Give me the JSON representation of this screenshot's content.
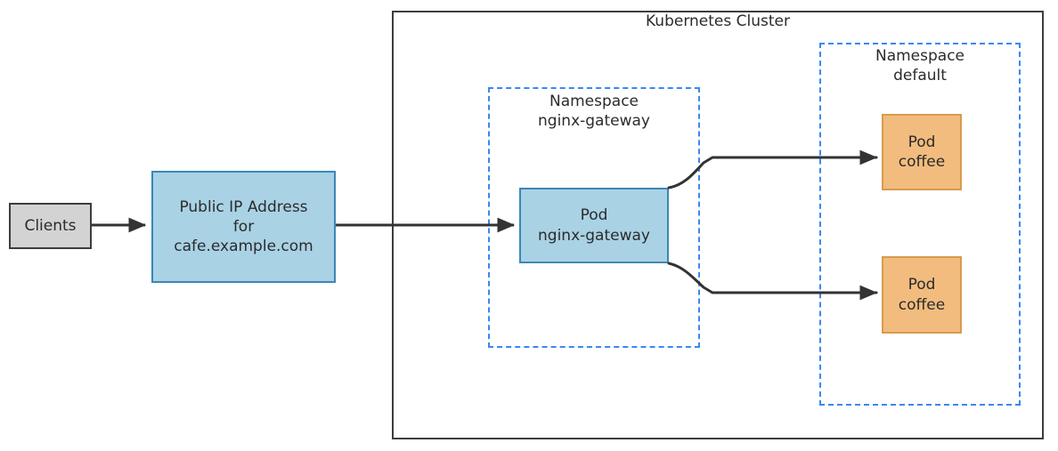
{
  "diagram": {
    "title": "Kubernetes Cluster",
    "clients": {
      "label": "Clients"
    },
    "public_ip": {
      "label": "Public IP Address\nfor\ncafe.example.com"
    },
    "namespaces": [
      {
        "id": "nginx-gateway",
        "label": "Namespace\nnginx-gateway",
        "kind": "Namespace",
        "name": "nginx-gateway"
      },
      {
        "id": "default",
        "label": "Namespace\ndefault",
        "kind": "Namespace",
        "name": "default"
      }
    ],
    "pods": [
      {
        "id": "pod-nginx-gateway",
        "label": "Pod\nnginx-gateway",
        "kind": "Pod",
        "name": "nginx-gateway",
        "namespace": "nginx-gateway"
      },
      {
        "id": "pod-coffee-1",
        "label": "Pod\ncoffee",
        "kind": "Pod",
        "name": "coffee",
        "namespace": "default"
      },
      {
        "id": "pod-coffee-2",
        "label": "Pod\ncoffee",
        "kind": "Pod",
        "name": "coffee",
        "namespace": "default"
      }
    ],
    "edges": [
      {
        "id": "clients-to-public-ip",
        "from": "Clients",
        "to": "Public IP Address for cafe.example.com",
        "label": ""
      },
      {
        "id": "public-ip-to-gateway",
        "from": "Public IP Address for cafe.example.com",
        "to": "Pod nginx-gateway",
        "label": ""
      },
      {
        "id": "gateway-to-coffee-1",
        "from": "Pod nginx-gateway",
        "to": "Pod coffee",
        "label": ""
      },
      {
        "id": "gateway-to-coffee-2",
        "from": "Pod nginx-gateway",
        "to": "Pod coffee",
        "label": ""
      }
    ],
    "colors": {
      "gray_fill": "#d3d3d3",
      "blue_fill": "#a9d2e5",
      "blue_stroke": "#3b88b5",
      "orange_fill": "#f2bc7e",
      "orange_stroke": "#d79b4f",
      "dashed_stroke": "#3b88f0",
      "solid_stroke": "#3d3d3d",
      "arrow_stroke": "#333333",
      "text": "#2b2b2b"
    }
  }
}
